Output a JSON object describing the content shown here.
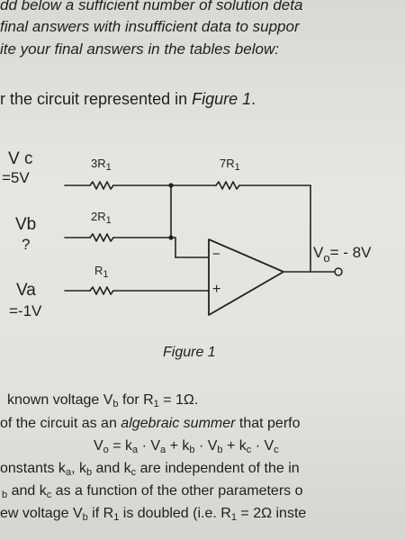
{
  "header": {
    "line1": "dd below a sufficient number of solution deta",
    "line2": "final answers with insufficient data to suppor",
    "line3": "ite your final answers in the tables below:"
  },
  "question": {
    "prefix": "r the circuit represented in ",
    "figure_ref": "Figure 1",
    "suffix": "."
  },
  "circuit": {
    "vc_label": "V c",
    "vc_value": "=5V",
    "vb_label": "Vb",
    "vb_value": "?",
    "va_label": "Va",
    "va_value": "=-1V",
    "r_top_base": "3R",
    "r_top_sub": "1",
    "r_mid_base": "2R",
    "r_mid_sub": "1",
    "r_bot_base": "R",
    "r_bot_sub": "1",
    "r_fb_base": "7R",
    "r_fb_sub": "1",
    "out_base": "V",
    "out_sub": "o",
    "out_value": "= - 8V",
    "minus_sign": "−",
    "plus_sign": "+"
  },
  "figure_caption": "Figure 1",
  "tasks": {
    "t1_a": "known voltage V",
    "t1_sub": "b",
    "t1_b": " for R",
    "t1_sub2": "1",
    "t1_c": " = 1Ω.",
    "t2_a": " of the circuit as an ",
    "t2_it": "algebraic summer",
    "t2_b": " that perfo",
    "eq": "V",
    "eq_full_1": "o",
    "eq_full_2": " = k",
    "eq_full_3": "a",
    "eq_full_4": " · V",
    "eq_full_5": "a",
    "eq_full_6": " + k",
    "eq_full_7": "b",
    "eq_full_8": " · V",
    "eq_full_9": "b",
    "eq_full_10": " + k",
    "eq_full_11": "c",
    "eq_full_12": " · V",
    "eq_full_13": "c",
    "t3_a": "onstants k",
    "t3_s1": "a",
    "t3_b": ", k",
    "t3_s2": "b",
    "t3_c": " and k",
    "t3_s3": "c",
    "t3_d": " are independent of the in",
    "t4_s1": "b",
    "t4_a": " and k",
    "t4_s2": "c",
    "t4_b": " as a function of the other parameters o",
    "t5_a": "ew voltage V",
    "t5_s1": "b",
    "t5_b": " if R",
    "t5_s2": "1",
    "t5_c": " is doubled (i.e. R",
    "t5_s3": "1",
    "t5_d": " = 2Ω inste"
  }
}
